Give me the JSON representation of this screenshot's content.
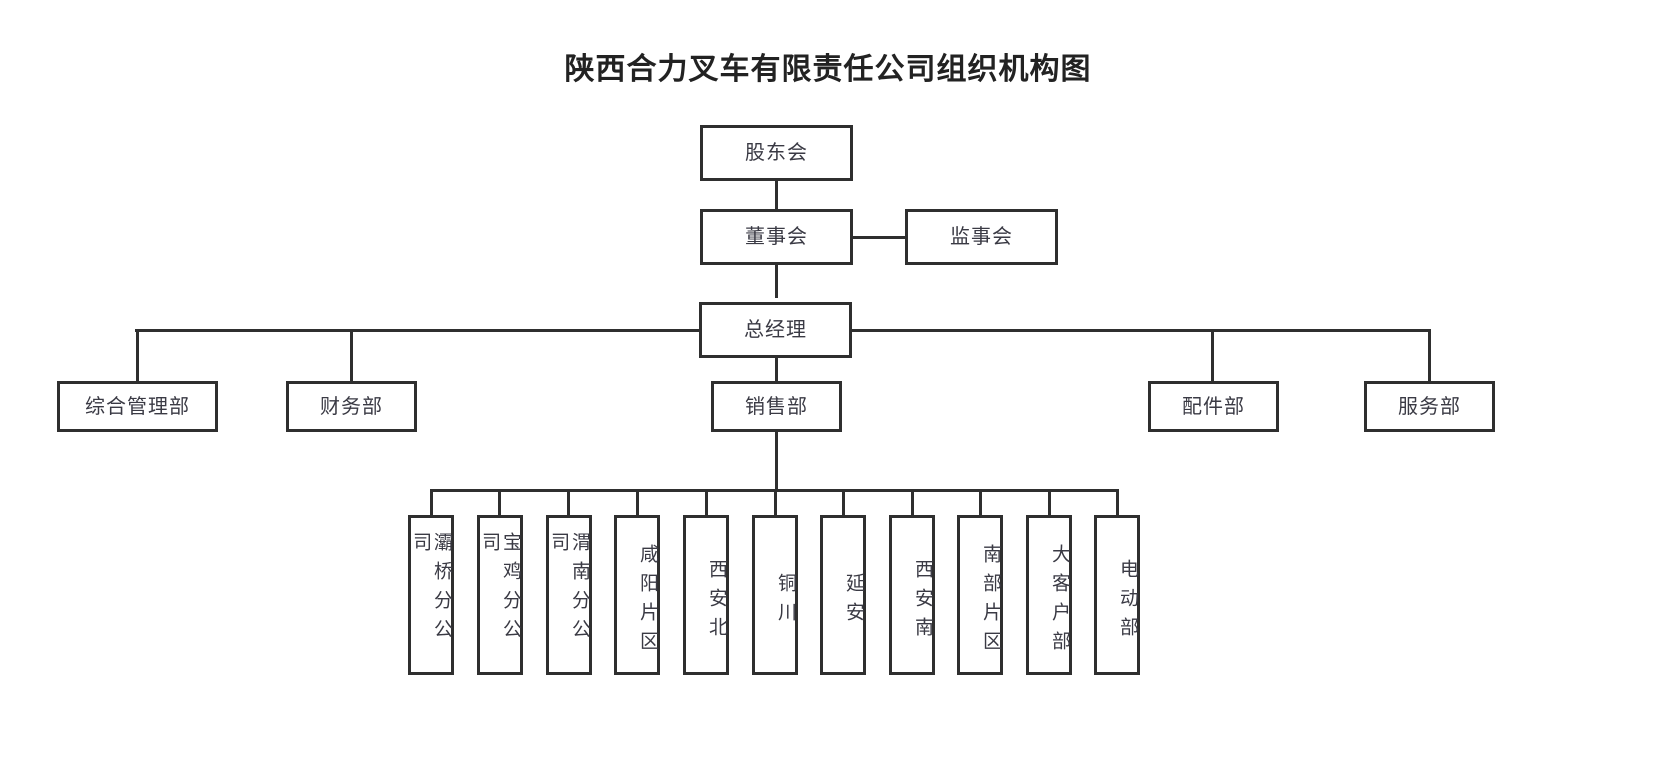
{
  "title": "陕西合力叉车有限责任公司组织机构图",
  "org": {
    "shareholders": {
      "label": "股东会"
    },
    "board": {
      "label": "董事会"
    },
    "supervisors": {
      "label": "监事会"
    },
    "general_manager": {
      "label": "总经理"
    },
    "departments": [
      {
        "id": "general-admin",
        "label": "综合管理部"
      },
      {
        "id": "finance",
        "label": "财务部"
      },
      {
        "id": "sales",
        "label": "销售部"
      },
      {
        "id": "parts",
        "label": "配件部"
      },
      {
        "id": "service",
        "label": "服务部"
      }
    ],
    "sales_units": [
      {
        "id": "baqiao-branch",
        "label": "灞桥分公司"
      },
      {
        "id": "baoji-branch",
        "label": "宝鸡分公司"
      },
      {
        "id": "weinan-branch",
        "label": "渭南分公司"
      },
      {
        "id": "xianyang-area",
        "label": "咸阳片区"
      },
      {
        "id": "xian-north",
        "label": "西安北"
      },
      {
        "id": "tongchuan",
        "label": "铜川"
      },
      {
        "id": "yanan",
        "label": "延安"
      },
      {
        "id": "xian-south",
        "label": "西安南"
      },
      {
        "id": "south-area",
        "label": "南部片区"
      },
      {
        "id": "key-accounts",
        "label": "大客户部"
      },
      {
        "id": "electric-dept",
        "label": "电动部"
      }
    ]
  },
  "style": {
    "line_color": "#2f2f2f",
    "text_color": "#3a3a44",
    "title_color": "#222222",
    "background": "#ffffff"
  }
}
